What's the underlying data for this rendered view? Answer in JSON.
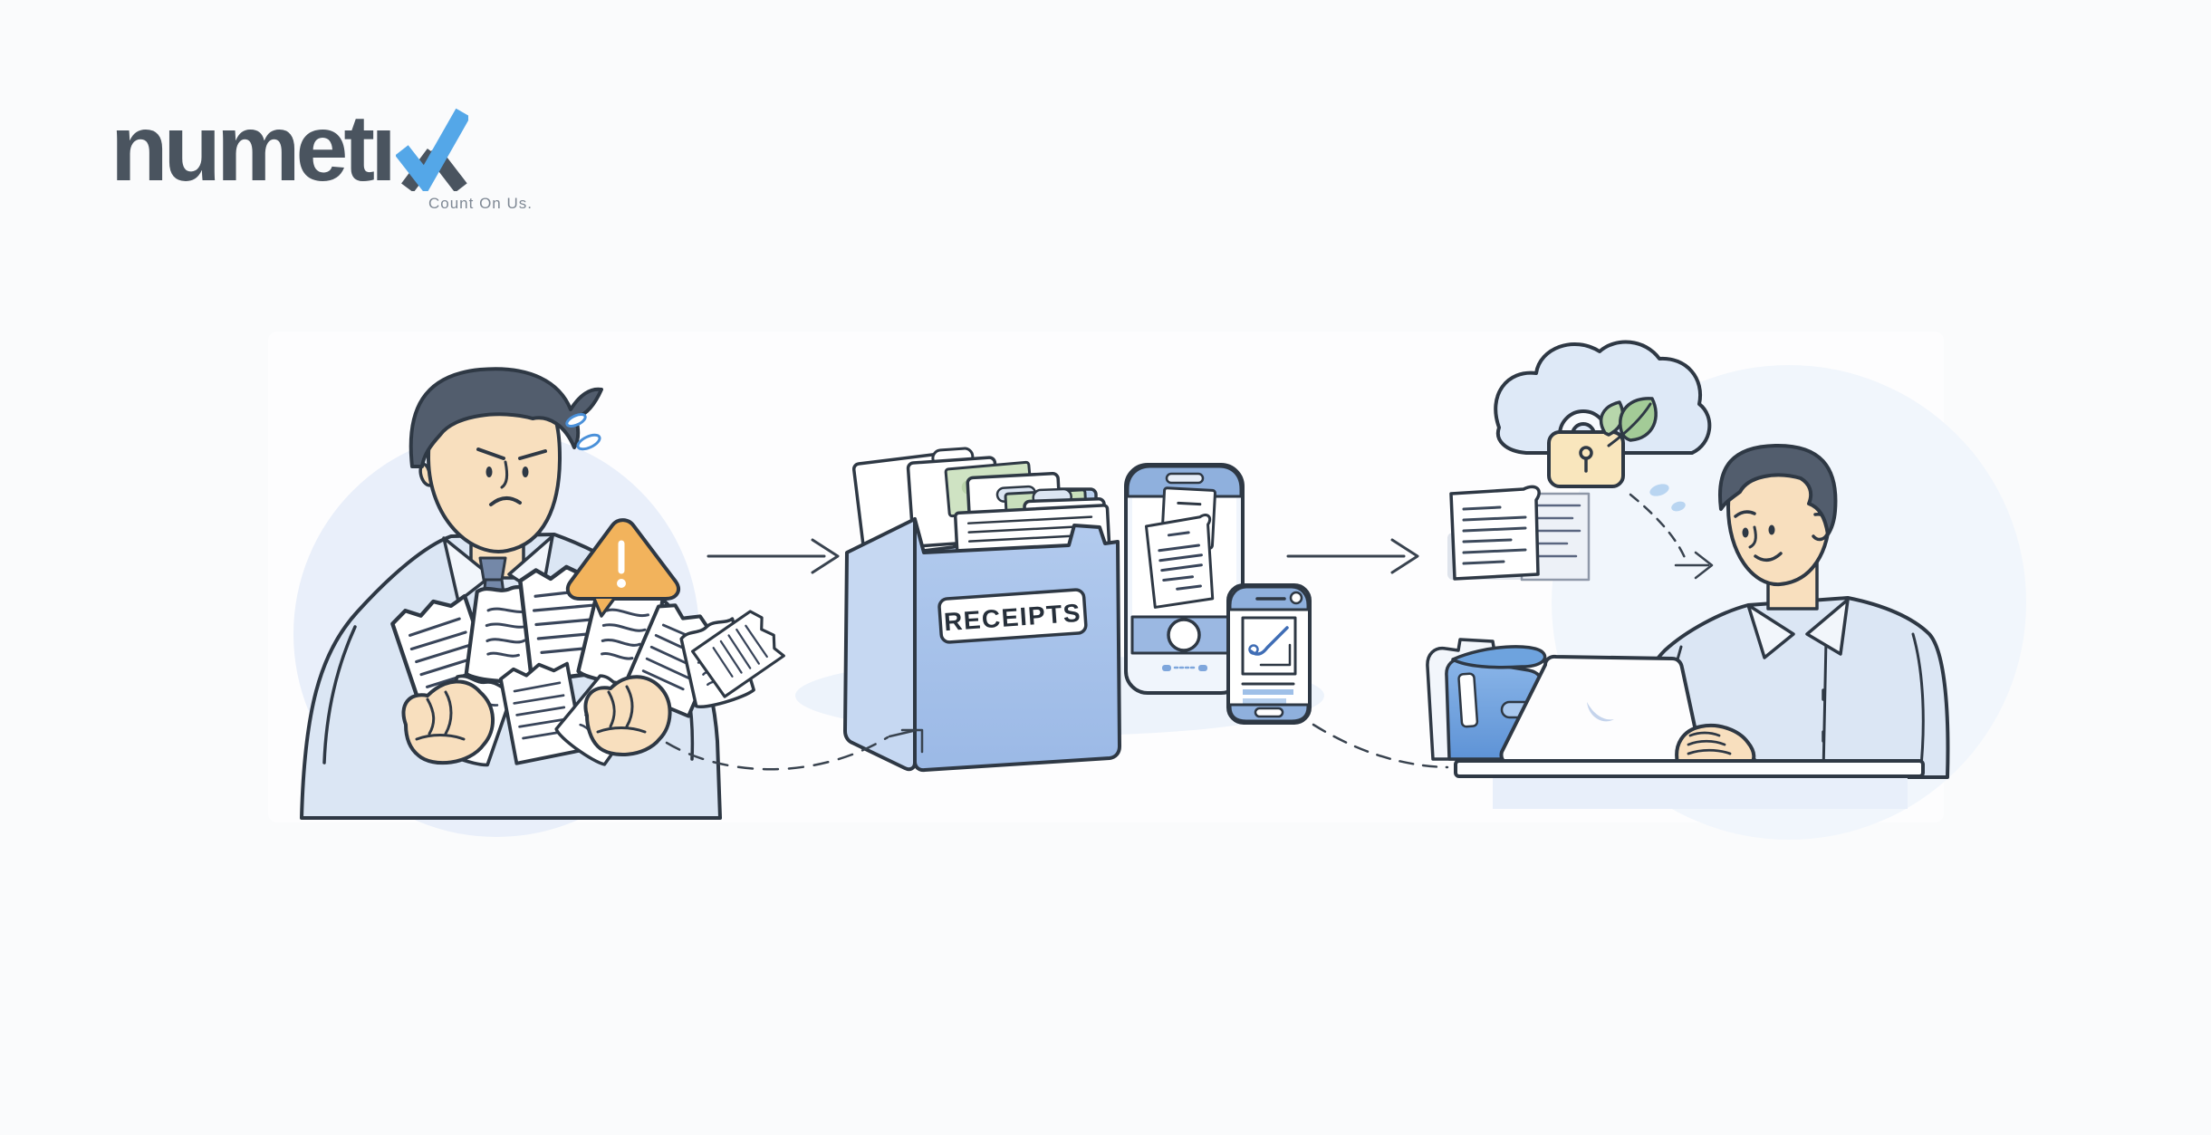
{
  "brand": {
    "wordmark": "numetı",
    "tagline": "Count On Us.",
    "wordmark_color": "#4a545f",
    "check_color": "#54a7e8",
    "tagline_color": "#7e8894"
  },
  "illustration": {
    "receipts_box_label": "RECEIPTS",
    "icons": {
      "left_panel": [
        "frustrated-man",
        "receipt-pile",
        "warning-triangle",
        "sweat-drops"
      ],
      "middle_panel": [
        "receipts-box",
        "document-folders",
        "green-receipt-strips",
        "scanning-phone",
        "confirmation-phone"
      ],
      "right_panel": [
        "secure-cloud",
        "padlock",
        "leaf",
        "document-stack",
        "blue-binders",
        "laptop",
        "smiling-accountant",
        "desk"
      ],
      "connectors": [
        "solid-arrow-right",
        "solid-arrow-right",
        "dashed-curve-arrow",
        "dashed-curve",
        "dashed-curve-arrow"
      ]
    },
    "colors": {
      "outline": "#2e3844",
      "skin": "#f8dfbe",
      "hair": "#525d6d",
      "shirt": "#dbe6f4",
      "tie": "#7488a8",
      "warning_triangle": "#f2b35c",
      "box_front": "#a9c4ea",
      "box_side": "#c6d8f2",
      "phone_accent": "#8fb0dd",
      "cloud": "#dee9f7",
      "lock_body": "#f9e6bd",
      "leaf_green": "#a3cb97",
      "binder_blue": "#6da2de",
      "bg_circle": "#e9effa",
      "soft_shadow": "#edf3fb",
      "drop_blue": "#4a90d9"
    }
  }
}
